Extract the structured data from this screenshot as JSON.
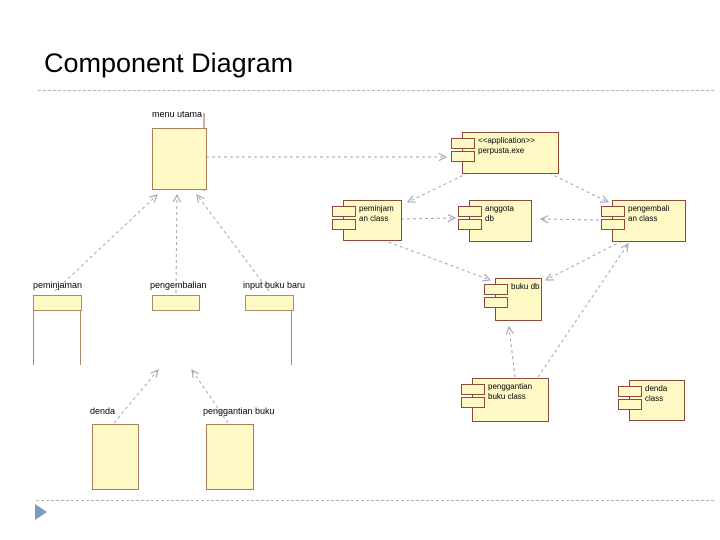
{
  "slide": {
    "title": "Component Diagram"
  },
  "components": {
    "menu_utama": {
      "label": "menu utama"
    },
    "perpus_exe": {
      "line1": "<<application>>",
      "line2": "perpusta.exe"
    },
    "peminjaman_class": {
      "line1": "peminjam",
      "line2": "an class"
    },
    "anggota_db": {
      "line1": "anggota",
      "line2": "db"
    },
    "pengembalian_class": {
      "line1": "pengembali",
      "line2": "an class"
    },
    "buku_db": {
      "line1": "buku db",
      "line2": ""
    },
    "penggantian_buku_class": {
      "line1": "penggantian",
      "line2": "buku class"
    },
    "denda_class": {
      "line1": "denda",
      "line2": "class"
    }
  },
  "windows": {
    "peminjaman": {
      "label": "peminjaman"
    },
    "pengembalian": {
      "label": "pengembalian"
    },
    "input_buku_baru": {
      "label": "input buku baru"
    }
  },
  "boxes": {
    "denda": {
      "label": "denda"
    },
    "penggantian_buku": {
      "label": "penggantian buku"
    }
  },
  "colors": {
    "shape_fill": "#FFF9C6",
    "shape_border": "#8E4A3A",
    "window_border": "#B08A66",
    "connector": "#A3A3B8",
    "footer_triangle": "#7D9CBB"
  }
}
